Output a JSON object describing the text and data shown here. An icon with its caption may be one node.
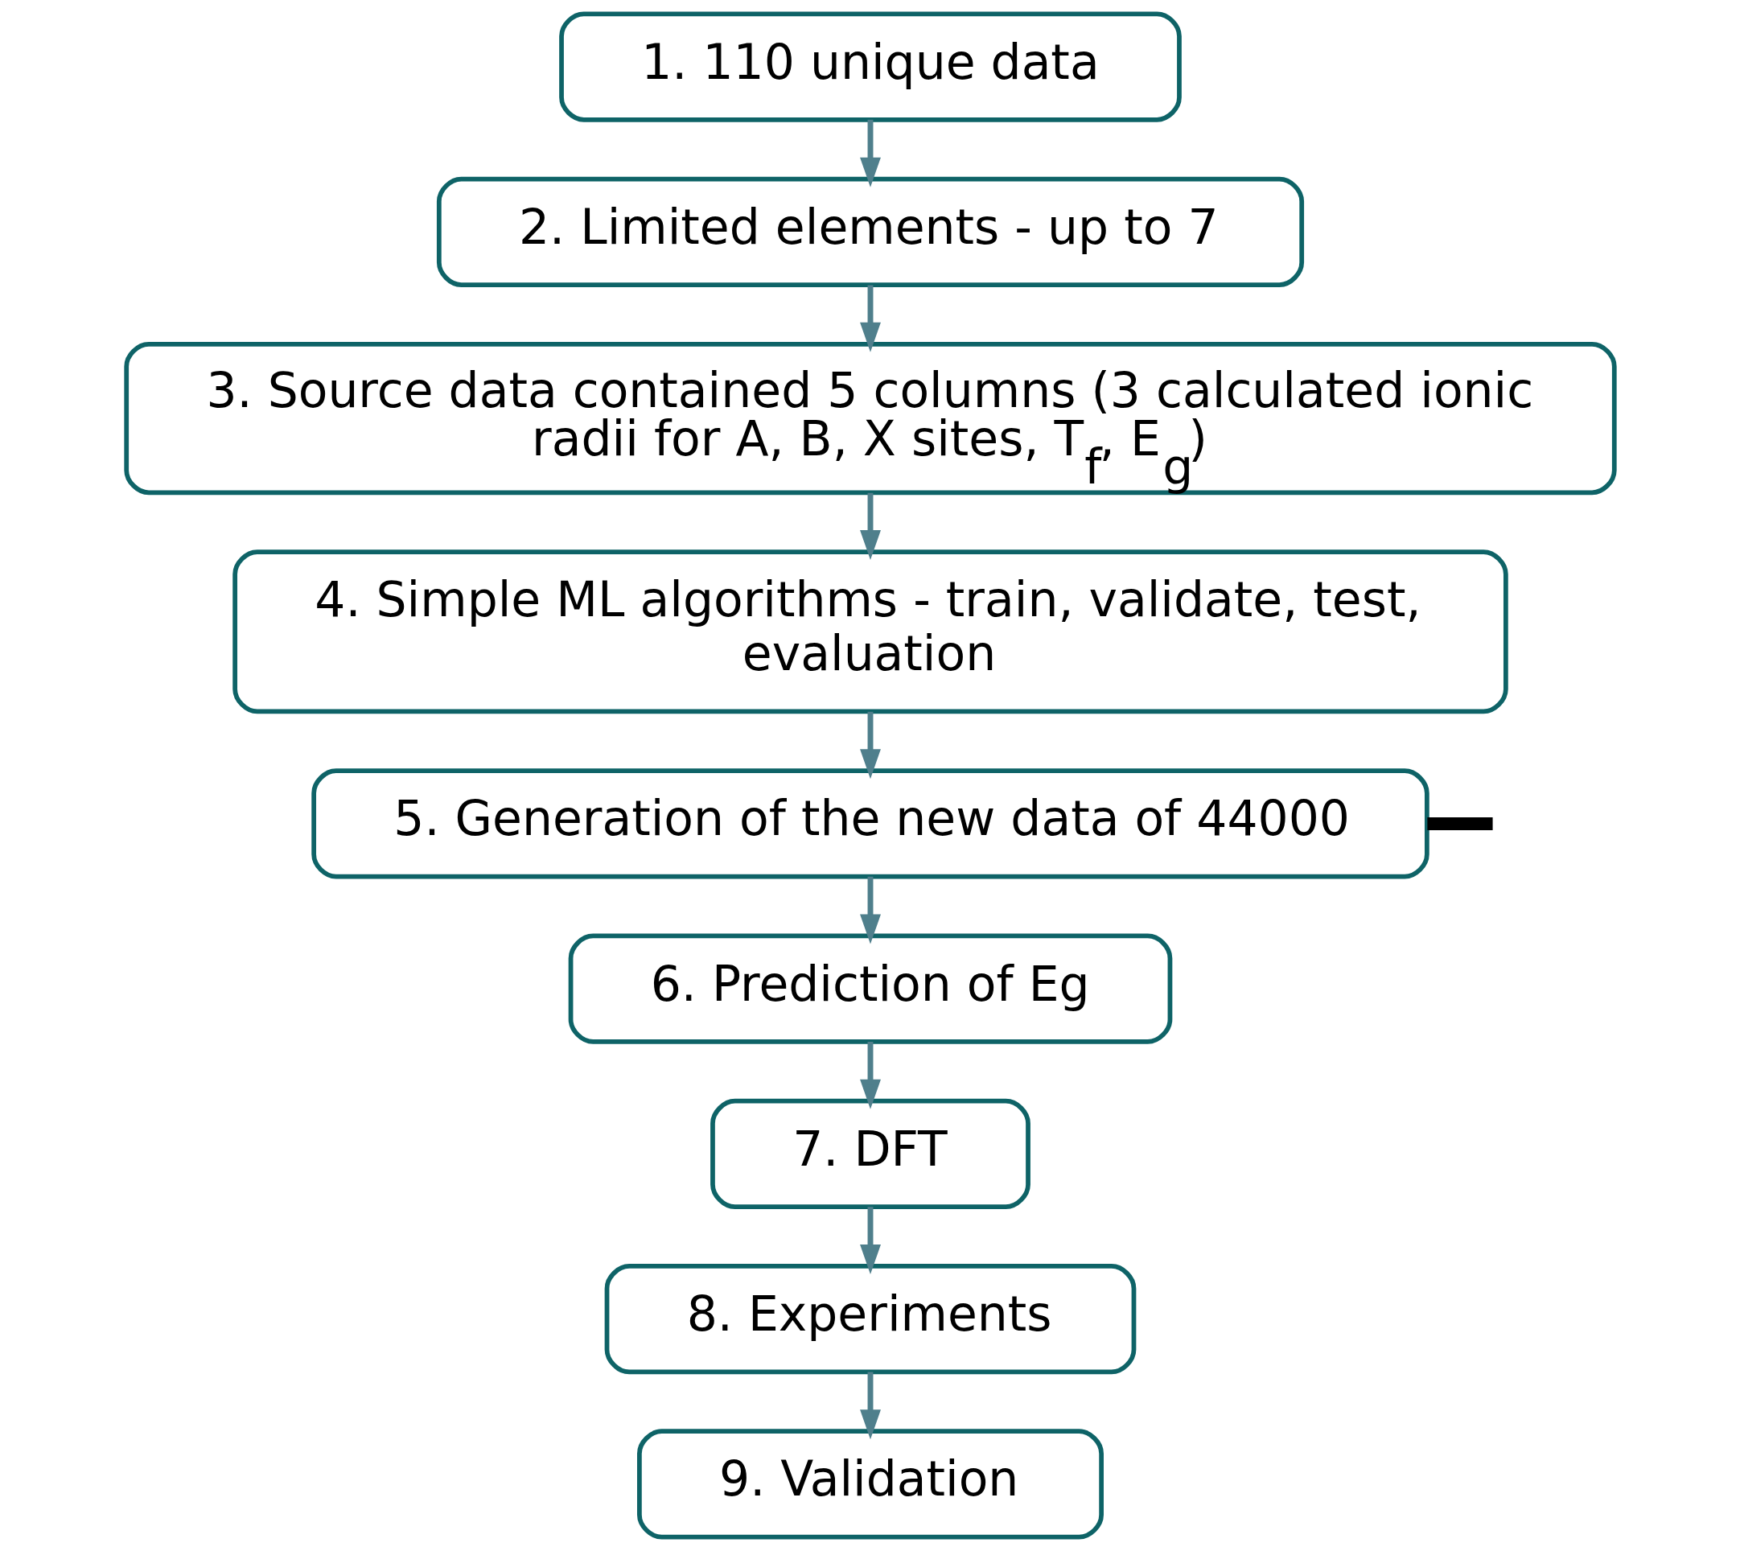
{
  "diagram": {
    "nodes": [
      {
        "text": [
          "1. 110 unique data"
        ]
      },
      {
        "text": [
          "2. Limited elements - up to 7"
        ]
      },
      {
        "text": [
          "3. Source data contained 5 columns (3 calculated ionic radii for A, B, X sites, T$_{f}$, E$_{g}$)"
        ]
      },
      {
        "text": [
          "4. Simple ML algorithms - train, validate, test, evaluation"
        ]
      },
      {
        "text": [
          "5. Generation of the new data of 44000"
        ]
      },
      {
        "text": [
          "6. Prediction of Eg"
        ]
      },
      {
        "text": [
          "7. DFT"
        ]
      },
      {
        "text": [
          "8. Experiments"
        ]
      },
      {
        "text": [
          "9. Validation"
        ]
      }
    ],
    "edges": [
      {
        "from": 0,
        "to": 1,
        "arrow": "to"
      },
      {
        "from": 1,
        "to": 2,
        "arrow": "to"
      },
      {
        "from": 2,
        "to": 3,
        "arrow": "to"
      },
      {
        "from": 3,
        "to": 4,
        "arrow": "to"
      },
      {
        "from": 4,
        "to": 5,
        "arrow": "to"
      },
      {
        "from": 5,
        "to": 6,
        "arrow": "to"
      },
      {
        "from": 6,
        "to": 7,
        "arrow": "to"
      },
      {
        "from": 7,
        "to": 8,
        "arrow": "to"
      },
      {
        "from": 4,
        "to": null,
        "arrow": "none",
        "style": "thick",
        "color": "#000000"
      }
    ]
  }
}
